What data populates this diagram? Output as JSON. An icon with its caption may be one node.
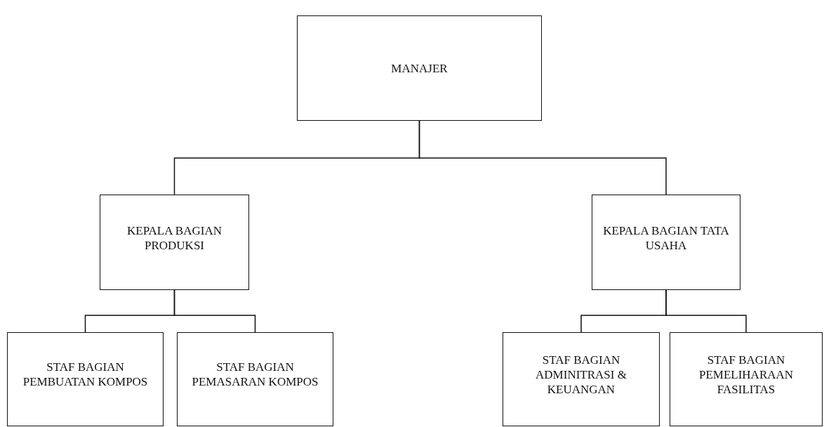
{
  "diagram": {
    "nodes": [
      {
        "text": [
          "MANAJER"
        ]
      },
      {
        "text": [
          "KEPALA BAGIAN PRODUKSI"
        ]
      },
      {
        "text": [
          "KEPALA BAGIAN TATA USAHA"
        ]
      },
      {
        "text": [
          "STAF BAGIAN PEMBUATAN KOMPOS"
        ]
      },
      {
        "text": [
          "STAF BAGIAN PEMASARAN KOMPOS"
        ]
      },
      {
        "text": [
          "STAF BAGIAN ADMINITRASI & KEUANGAN"
        ]
      },
      {
        "text": [
          "STAF BAGIAN PEMELIHARAAN FASILITAS"
        ]
      }
    ],
    "edges": [
      {
        "from": 0,
        "to": 1,
        "arrow": "none"
      },
      {
        "from": 0,
        "to": 2,
        "arrow": "none"
      },
      {
        "from": 1,
        "to": 3,
        "arrow": "none"
      },
      {
        "from": 1,
        "to": 4,
        "arrow": "none"
      },
      {
        "from": 2,
        "to": 5,
        "arrow": "none"
      },
      {
        "from": 2,
        "to": 6,
        "arrow": "none"
      }
    ]
  }
}
